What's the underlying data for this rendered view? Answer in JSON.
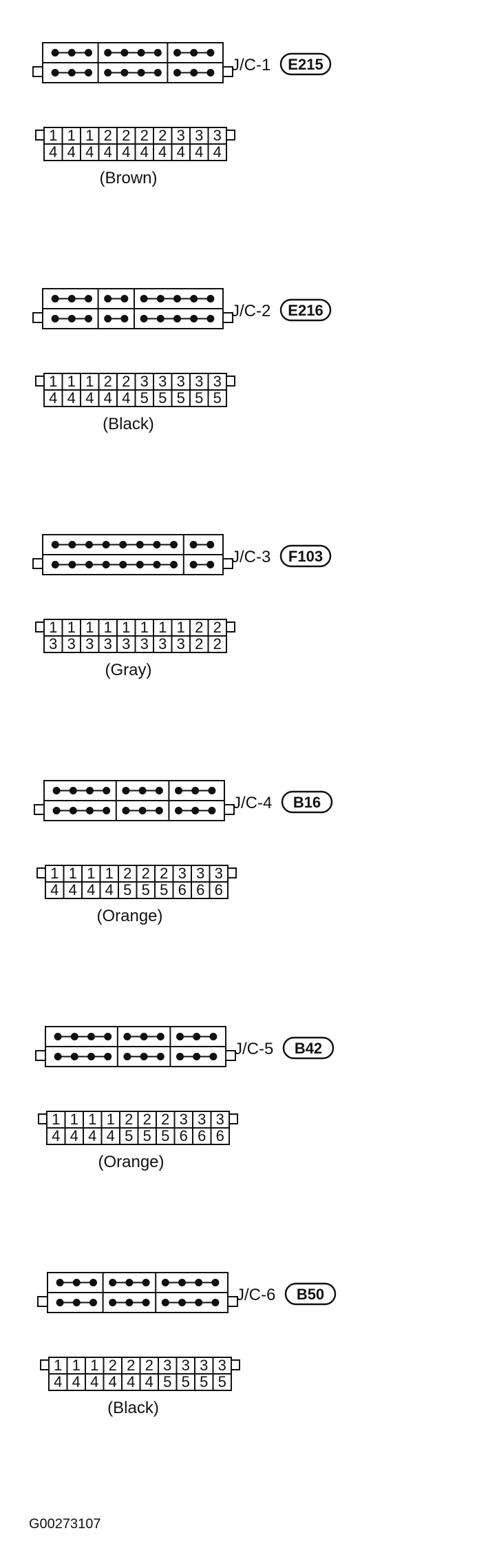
{
  "figure_id": "G00273107",
  "connectors": [
    {
      "label": "J/C-1",
      "code": "E215",
      "color": "(Brown)",
      "pin_row_top": [
        "1",
        "1",
        "1",
        "2",
        "2",
        "2",
        "2",
        "3",
        "3",
        "3"
      ],
      "pin_row_bottom": [
        "4",
        "4",
        "4",
        "4",
        "4",
        "4",
        "4",
        "4",
        "4",
        "4"
      ],
      "pin_groups": [
        3,
        4,
        3
      ]
    },
    {
      "label": "J/C-2",
      "code": "E216",
      "color": "(Black)",
      "pin_row_top": [
        "1",
        "1",
        "1",
        "2",
        "2",
        "3",
        "3",
        "3",
        "3",
        "3"
      ],
      "pin_row_bottom": [
        "4",
        "4",
        "4",
        "4",
        "4",
        "5",
        "5",
        "5",
        "5",
        "5"
      ],
      "pin_groups": [
        3,
        2,
        5
      ]
    },
    {
      "label": "J/C-3",
      "code": "F103",
      "color": "(Gray)",
      "pin_row_top": [
        "1",
        "1",
        "1",
        "1",
        "1",
        "1",
        "1",
        "1",
        "2",
        "2"
      ],
      "pin_row_bottom": [
        "3",
        "3",
        "3",
        "3",
        "3",
        "3",
        "3",
        "3",
        "2",
        "2"
      ],
      "pin_groups": [
        8,
        2
      ]
    },
    {
      "label": "J/C-4",
      "code": "B16",
      "color": "(Orange)",
      "pin_row_top": [
        "1",
        "1",
        "1",
        "1",
        "2",
        "2",
        "2",
        "3",
        "3",
        "3"
      ],
      "pin_row_bottom": [
        "4",
        "4",
        "4",
        "4",
        "5",
        "5",
        "5",
        "6",
        "6",
        "6"
      ],
      "pin_groups": [
        4,
        3,
        3
      ]
    },
    {
      "label": "J/C-5",
      "code": "B42",
      "color": "(Orange)",
      "pin_row_top": [
        "1",
        "1",
        "1",
        "1",
        "2",
        "2",
        "2",
        "3",
        "3",
        "3"
      ],
      "pin_row_bottom": [
        "4",
        "4",
        "4",
        "4",
        "5",
        "5",
        "5",
        "6",
        "6",
        "6"
      ],
      "pin_groups": [
        4,
        3,
        3
      ]
    },
    {
      "label": "J/C-6",
      "code": "B50",
      "color": "(Black)",
      "pin_row_top": [
        "1",
        "1",
        "1",
        "2",
        "2",
        "2",
        "3",
        "3",
        "3",
        "3"
      ],
      "pin_row_bottom": [
        "4",
        "4",
        "4",
        "4",
        "4",
        "4",
        "5",
        "5",
        "5",
        "5"
      ],
      "pin_groups": [
        3,
        3,
        4
      ]
    }
  ]
}
